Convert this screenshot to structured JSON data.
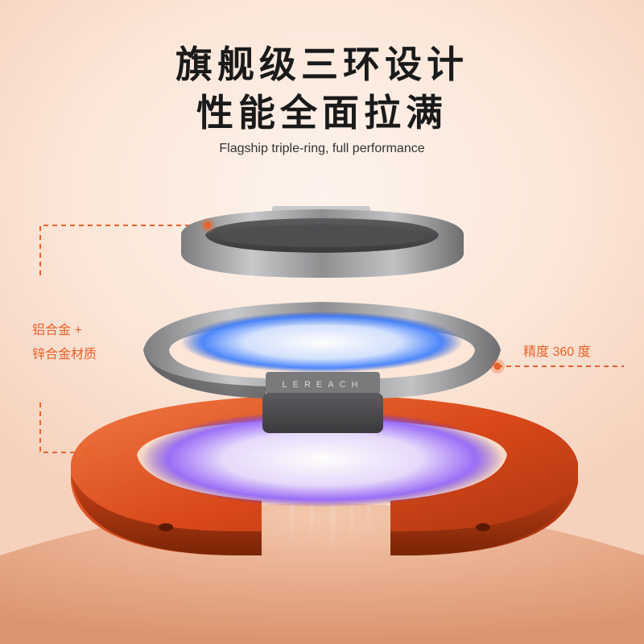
{
  "header": {
    "title_line1": "旗舰级三环设计",
    "title_line2": "性能全面拉满",
    "subtitle": "Flagship triple-ring, full performance"
  },
  "callouts": {
    "material_line1": "铝合金 +",
    "material_line2": "锌合金材质",
    "precision": "精度 360 度"
  },
  "product": {
    "brand_mark": "LEREACH"
  },
  "colors": {
    "accent": "#e8622a",
    "ring_metal": "#9a9a9c",
    "ring_orange": "#e2501e",
    "glow_blue": "#3a7cff",
    "glow_violet": "#8a5cff"
  }
}
